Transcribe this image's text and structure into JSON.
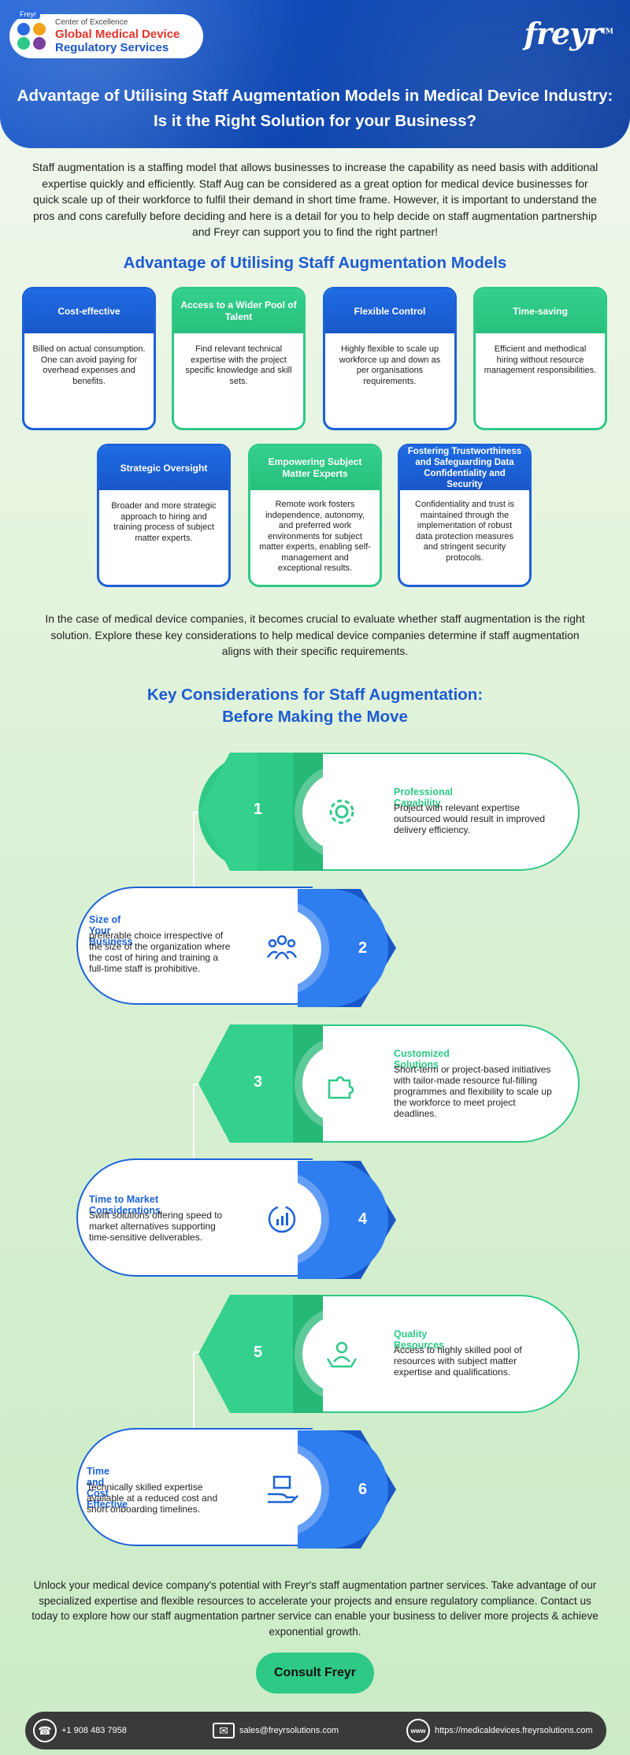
{
  "header": {
    "badge": "Freyr",
    "coe": "Center of Excellence",
    "unit_line1": "Global Medical Device",
    "unit_line2": "Regulatory Services",
    "brand": "freyr",
    "tm": "TM",
    "title": "Advantage of Utilising Staff Augmentation Models in Medical Device Industry: Is it the Right Solution for your Business?"
  },
  "intro": "Staff augmentation is a staffing model that allows businesses to increase the capability as need basis with additional expertise quickly and efficiently. Staff Aug can be considered as a great option for medical device businesses for quick scale up of their workforce to fulfil their demand in short time frame. However, it is important to understand the pros and cons carefully before deciding and here is a detail for you to help decide on staff augmentation partnership and Freyr can support you to find the right partner!",
  "advantages_title": "Advantage of Utilising Staff Augmentation Models",
  "advantages": [
    {
      "title": "Cost-effective",
      "text": "Billed on actual consumption. One can avoid paying for overhead expenses and benefits."
    },
    {
      "title": "Access to a Wider Pool of Talent",
      "text": "Find relevant technical expertise with the project specific knowledge and skill sets."
    },
    {
      "title": "Flexible Control",
      "text": "Highly flexible to scale up workforce up and down as per organisations requirements."
    },
    {
      "title": "Time-saving",
      "text": "Efficient and methodical hiring without resource management responsibilities."
    },
    {
      "title": "Strategic Oversight",
      "text": "Broader and more strategic approach to hiring and training process of subject matter experts."
    },
    {
      "title": "Empowering Subject Matter Experts",
      "text": "Remote work fosters independence, autonomy, and preferred work environments for subject matter experts, enabling self-management and exceptional results."
    },
    {
      "title": "Fostering Trustworthiness and Safeguarding Data Confidentiality and Security",
      "text": "Confidentiality and trust is maintained through the implementation of robust data protection measures and stringent security protocols."
    }
  ],
  "mid_para": "In the case of medical device companies, it becomes crucial to evaluate whether staff augmentation is the right solution. Explore these key considerations to help medical device companies determine if staff augmentation aligns with their specific requirements.",
  "considerations_title_1": "Key Considerations for Staff Augmentation:",
  "considerations_title_2": "Before Making the Move",
  "steps": [
    {
      "num": "1",
      "title": "Professional Capability",
      "text": "Project with relevant expertise outsourced would result in improved delivery efficiency.",
      "icon": "gear-icon"
    },
    {
      "num": "2",
      "title": "Size of Your Business",
      "text": "preferable choice irrespective of the size of the organization where the cost of hiring and training a full-time staff is prohibitive.",
      "icon": "team-icon"
    },
    {
      "num": "3",
      "title": "Customized Solutions",
      "text": "Short-term or project-based initiatives with tailor-made resource ful-filling programmes and flexibility to scale up the workforce to meet project deadlines.",
      "icon": "puzzle-icon"
    },
    {
      "num": "4",
      "title": "Time to Market Considerations",
      "text": "Swift solutions offering speed to market alternatives supporting time-sensitive deliverables.",
      "icon": "chart-icon"
    },
    {
      "num": "5",
      "title": "Quality Resources",
      "text": "Access to highly skilled pool of resources with subject matter expertise and qualifications.",
      "icon": "talent-icon"
    },
    {
      "num": "6",
      "title": "Time and Cost Effective",
      "text": "Technically skilled expertise available at a reduced cost and short onboarding timelines.",
      "icon": "money-hand-icon"
    }
  ],
  "outro": "Unlock your medical device company's potential with Freyr's staff augmentation partner services. Take advantage of our specialized expertise and flexible resources to accelerate your projects and ensure regulatory compliance. Contact us today to explore how our staff augmentation partner service can enable your business to deliver more projects & achieve exponential growth.",
  "cta": "Consult Freyr",
  "footer": {
    "phone": "+1 908 483 7958",
    "email": "sales@freyrsolutions.com",
    "www": "www",
    "url": "https://medicaldevices.freyrsolutions.com"
  },
  "colors": {
    "blue": "#1c62d8",
    "green": "#2fc987",
    "title_blue": "#1d5bd1"
  }
}
